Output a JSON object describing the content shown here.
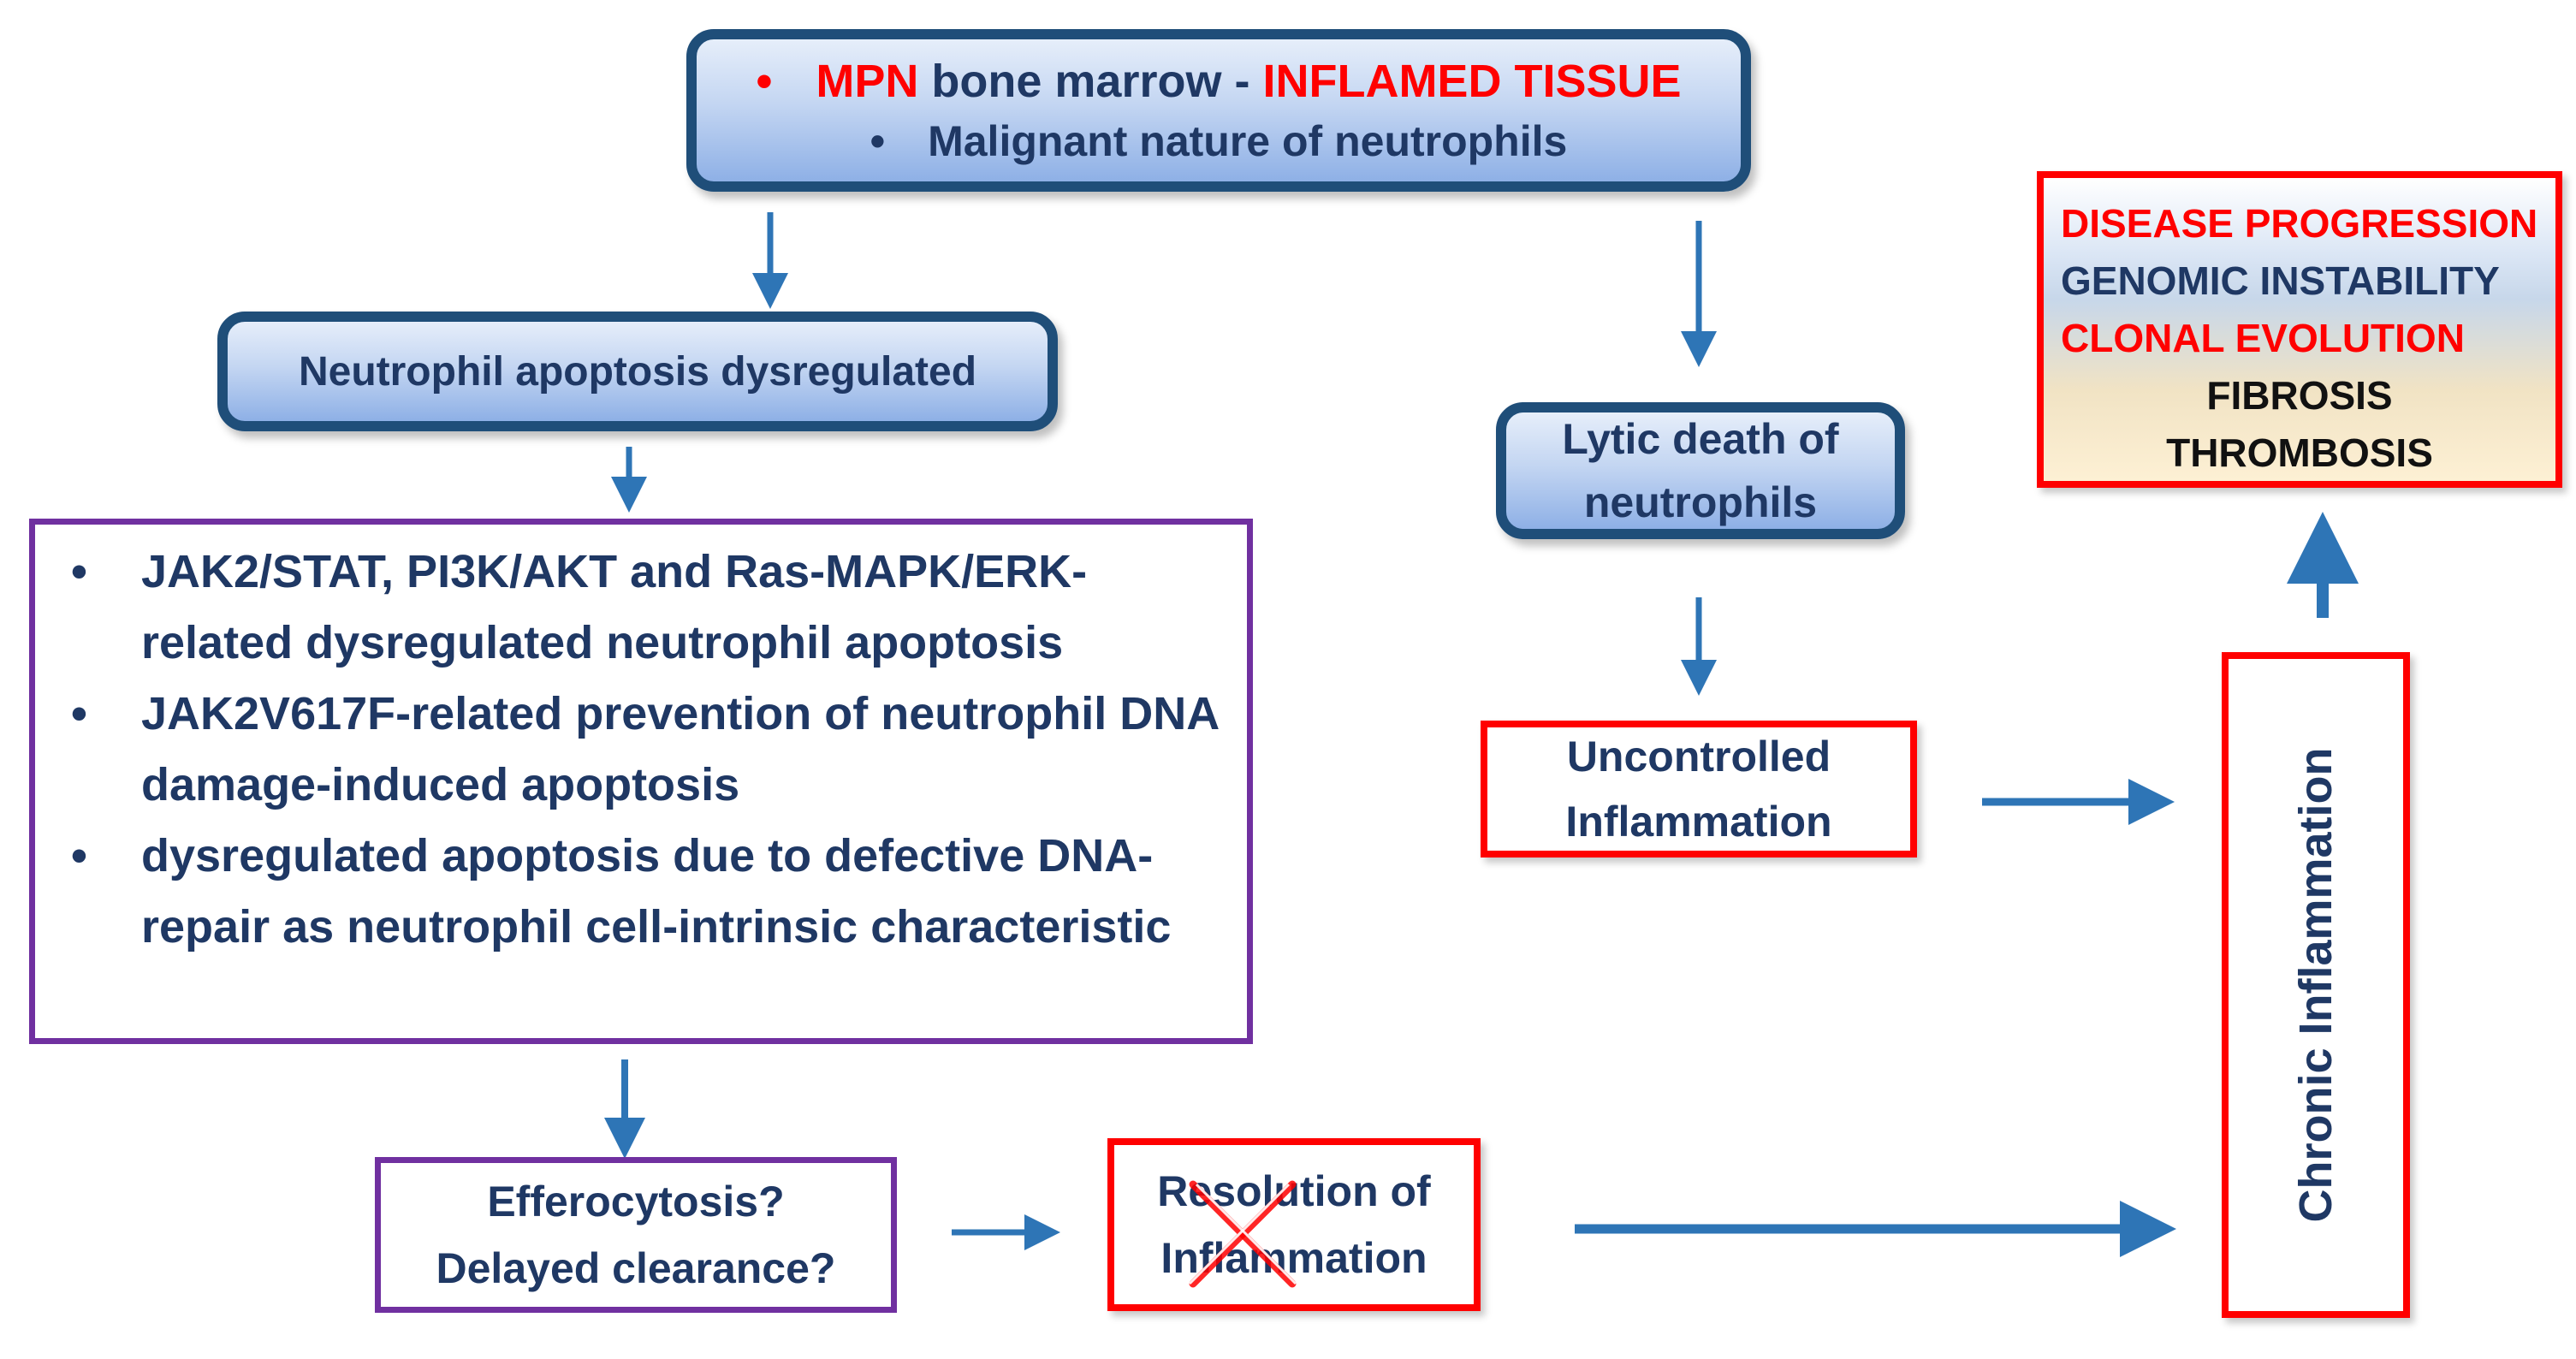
{
  "top_box": {
    "line1_bullet": "•",
    "line1_mpn": "MPN",
    "line1_mid": "bone marrow -",
    "line1_inflamed": "INFLAMED TISSUE",
    "line2_bullet": "•",
    "line2_text": "Malignant nature of neutrophils"
  },
  "apoptosis_box": {
    "text": "Neutrophil apoptosis dysregulated"
  },
  "mechanisms_box": {
    "items": [
      {
        "bullet": "•",
        "text": "JAK2/STAT, PI3K/AKT and Ras-MAPK/ERK-related dysregulated neutrophil apoptosis"
      },
      {
        "bullet": "•",
        "text": "JAK2V617F-related prevention of neutrophil DNA damage-induced apoptosis"
      },
      {
        "bullet": "•",
        "text": "dysregulated apoptosis due to defective DNA-repair as neutrophil cell-intrinsic characteristic"
      }
    ]
  },
  "efferocytosis_box": {
    "line1": "Efferocytosis?",
    "line2": "Delayed clearance?"
  },
  "resolution_box": {
    "line1": "Resolution of",
    "line2": "Inflammation"
  },
  "lytic_box": {
    "line1": "Lytic death of",
    "line2": "neutrophils"
  },
  "uncontrolled_box": {
    "line1": "Uncontrolled",
    "line2": "Inflammation"
  },
  "chronic_box": {
    "text": "Chronic Inflammation"
  },
  "progression_box": {
    "items": [
      {
        "text": "DISEASE PROGRESSION",
        "color": "#ff0000"
      },
      {
        "text": "GENOMIC INSTABILITY",
        "color": "#1f3864"
      },
      {
        "text": "CLONAL EVOLUTION",
        "color": "#ff0000"
      },
      {
        "text": "FIBROSIS",
        "color": "#111111"
      },
      {
        "text": "THROMBOSIS",
        "color": "#111111"
      }
    ]
  },
  "colors": {
    "arrow": "#2e75b6",
    "red_border": "#ff0000",
    "purple_border": "#7030a0",
    "blue_border": "#1f4e79",
    "navy_text": "#1f3864"
  }
}
